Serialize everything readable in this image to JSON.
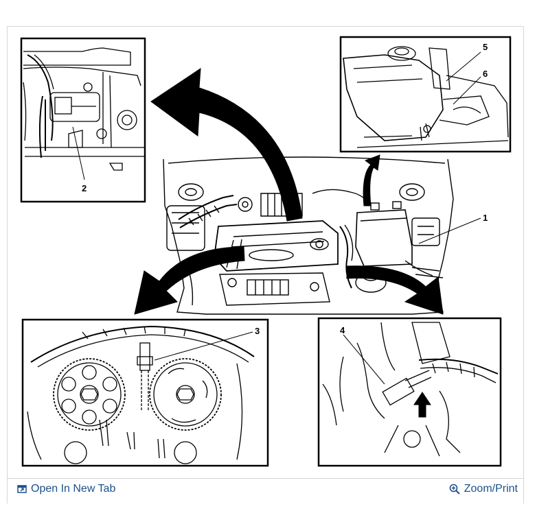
{
  "diagram": {
    "callouts": [
      "1",
      "2",
      "3",
      "4",
      "5",
      "6"
    ]
  },
  "footer": {
    "open_tab_label": "Open In New Tab",
    "zoom_label": "Zoom/Print",
    "open_tab_icon": "open-in-new-tab-icon",
    "zoom_icon": "magnifier-plus-icon",
    "link_color": "#1a4f8b"
  }
}
